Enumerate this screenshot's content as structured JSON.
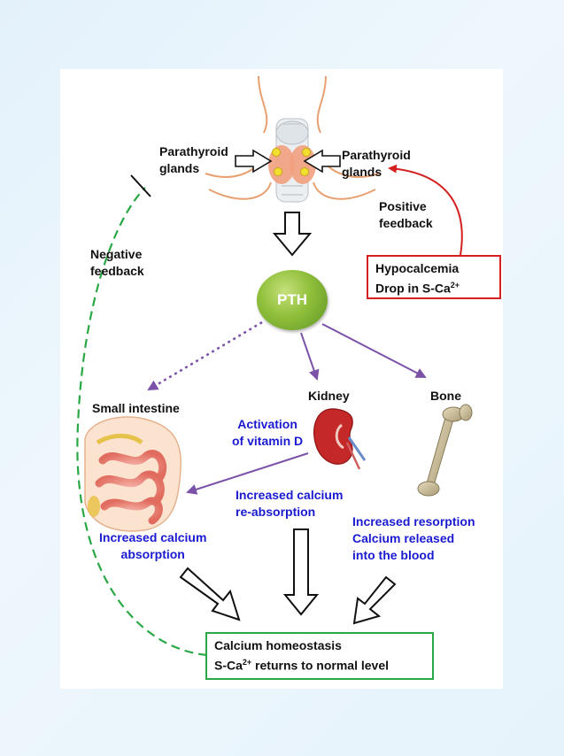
{
  "labels": {
    "parathyroid_left": [
      "Parathyroid",
      "glands"
    ],
    "parathyroid_right": [
      "Parathyroid",
      "glands"
    ],
    "positive_feedback": [
      "Positive",
      "feedback"
    ],
    "negative_feedback": [
      "Negative",
      "feedback"
    ],
    "pth": "PTH",
    "small_intestine": "Small intestine",
    "kidney": "Kidney",
    "bone": "Bone",
    "activation_vitamin_d": [
      "Activation",
      "of vitamin D"
    ],
    "increased_reabsorption": [
      "Increased calcium",
      "re-absorption"
    ],
    "increased_absorption": [
      "Increased calcium",
      "absorption"
    ],
    "increased_resorption": [
      "Increased resorption",
      "Calcium released",
      "into the blood"
    ]
  },
  "hypocalcemia_box": {
    "line1": "Hypocalcemia",
    "line2_prefix": "Drop in S-Ca",
    "line2_sup": "2+"
  },
  "homeostasis_box": {
    "line1": "Calcium homeostasis",
    "line2_prefix": "S-Ca",
    "line2_sup": "2+",
    "line2_suffix": " returns to normal level"
  },
  "colors": {
    "positive_arrow": "#d42020",
    "negative_arrow": "#2aa845",
    "effect_arrow": "#7b52a8",
    "effect_text": "#1a1ad0",
    "pth_node": "#8fbf3a"
  },
  "icons": [
    "thyroid-larynx-illustration-icon",
    "intestine-illustration-icon",
    "kidney-illustration-icon",
    "femur-bone-illustration-icon"
  ]
}
